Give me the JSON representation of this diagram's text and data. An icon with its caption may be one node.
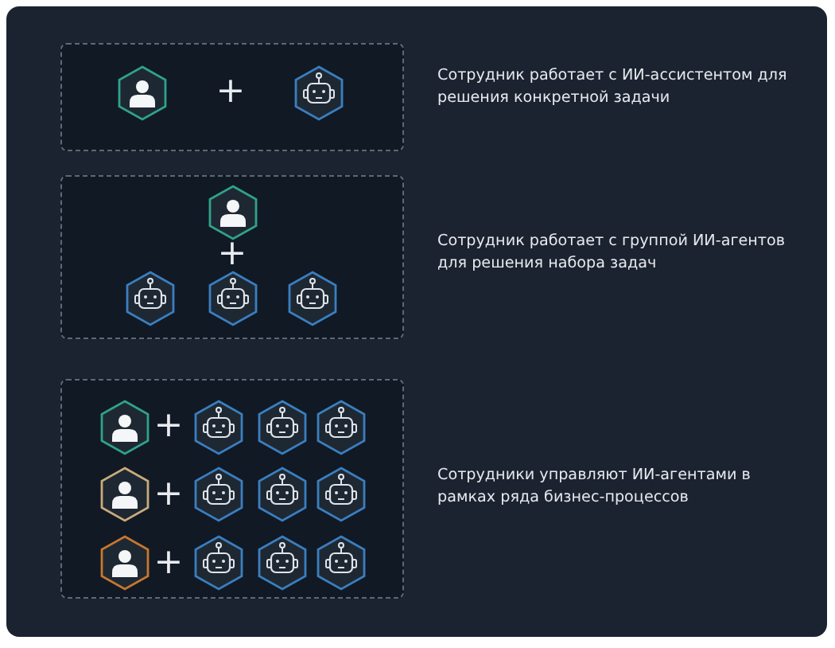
{
  "diagram": {
    "nodes": [
      {
        "text": [],
        "shape": "box",
        "beside": [
          "Сотрудник работает с ИИ-ассистентом для решения конкретной задачи"
        ]
      },
      {
        "text": [],
        "shape": "person",
        "in": 0
      },
      {
        "text": [],
        "shape": "robot",
        "in": 0
      },
      {
        "text": [],
        "shape": "box",
        "beside": [
          "Сотрудник работает с группой ИИ-агентов для решения набора задач"
        ]
      },
      {
        "text": [],
        "shape": "person",
        "in": 3
      },
      {
        "text": [],
        "shape": "robot",
        "in": 3
      },
      {
        "text": [],
        "shape": "robot",
        "in": 3
      },
      {
        "text": [],
        "shape": "robot",
        "in": 3
      },
      {
        "text": [],
        "shape": "box",
        "beside": [
          "Сотрудники управляют ИИ-агентами в рамках ряда бизнес-процессов"
        ]
      },
      {
        "text": [],
        "shape": "person",
        "in": 8
      },
      {
        "text": [],
        "shape": "robot",
        "in": 8
      },
      {
        "text": [],
        "shape": "robot",
        "in": 8
      },
      {
        "text": [],
        "shape": "robot",
        "in": 8
      },
      {
        "text": [],
        "shape": "person",
        "in": 8
      },
      {
        "text": [],
        "shape": "robot",
        "in": 8
      },
      {
        "text": [],
        "shape": "robot",
        "in": 8
      },
      {
        "text": [],
        "shape": "robot",
        "in": 8
      },
      {
        "text": [],
        "shape": "person",
        "in": 8
      },
      {
        "text": [],
        "shape": "robot",
        "in": 8
      },
      {
        "text": [],
        "shape": "robot",
        "in": 8
      },
      {
        "text": [],
        "shape": "robot",
        "in": 8
      }
    ],
    "labels": [
      "+",
      "+",
      "+",
      "+",
      "+"
    ]
  }
}
